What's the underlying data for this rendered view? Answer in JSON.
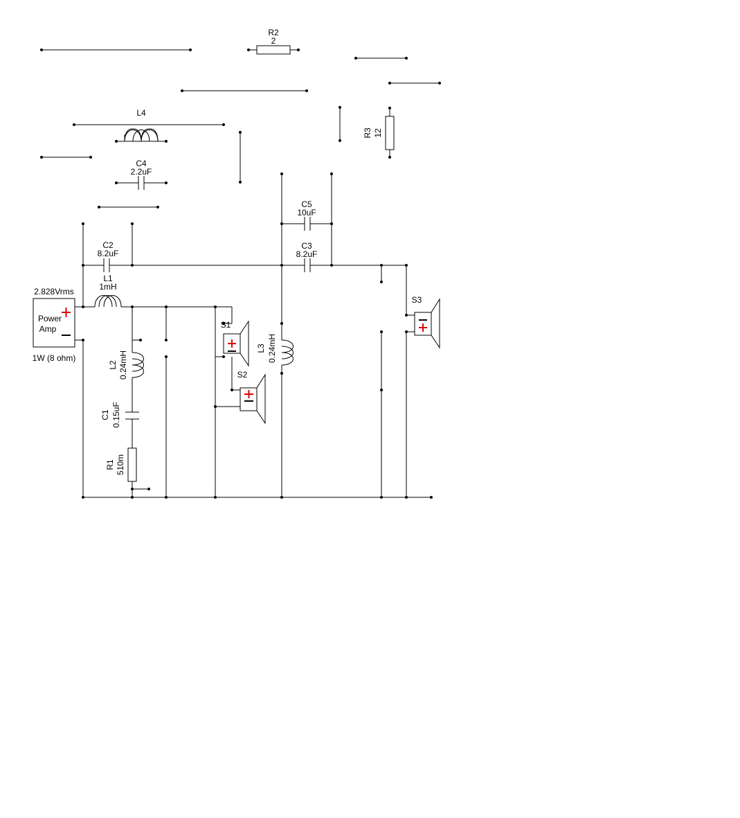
{
  "power_amp": {
    "voltage": "2.828Vrms",
    "line1": "Power",
    "line2": "Amp",
    "rating": "1W (8 ohm)"
  },
  "components": {
    "R2": {
      "name": "R2",
      "value": "2"
    },
    "L4": {
      "name": "L4",
      "value": ""
    },
    "C4": {
      "name": "C4",
      "value": "2.2uF"
    },
    "R3": {
      "name": "R3",
      "value": "12"
    },
    "C5": {
      "name": "C5",
      "value": "10uF"
    },
    "C3": {
      "name": "C3",
      "value": "8.2uF"
    },
    "C2": {
      "name": "C2",
      "value": "8.2uF"
    },
    "L1": {
      "name": "L1",
      "value": "1mH"
    },
    "L2": {
      "name": "L2",
      "value": "0.24mH"
    },
    "C1": {
      "name": "C1",
      "value": "0.15uF"
    },
    "R1": {
      "name": "R1",
      "value": "510m"
    },
    "L3": {
      "name": "L3",
      "value": "0.24mH"
    },
    "S1": {
      "name": "S1"
    },
    "S2": {
      "name": "S2"
    },
    "S3": {
      "name": "S3"
    }
  },
  "icons": {
    "plus": "plus-terminal-icon",
    "minus": "minus-terminal-icon"
  },
  "colors": {
    "polarity_plus": "#e00000",
    "wire": "#000000"
  }
}
